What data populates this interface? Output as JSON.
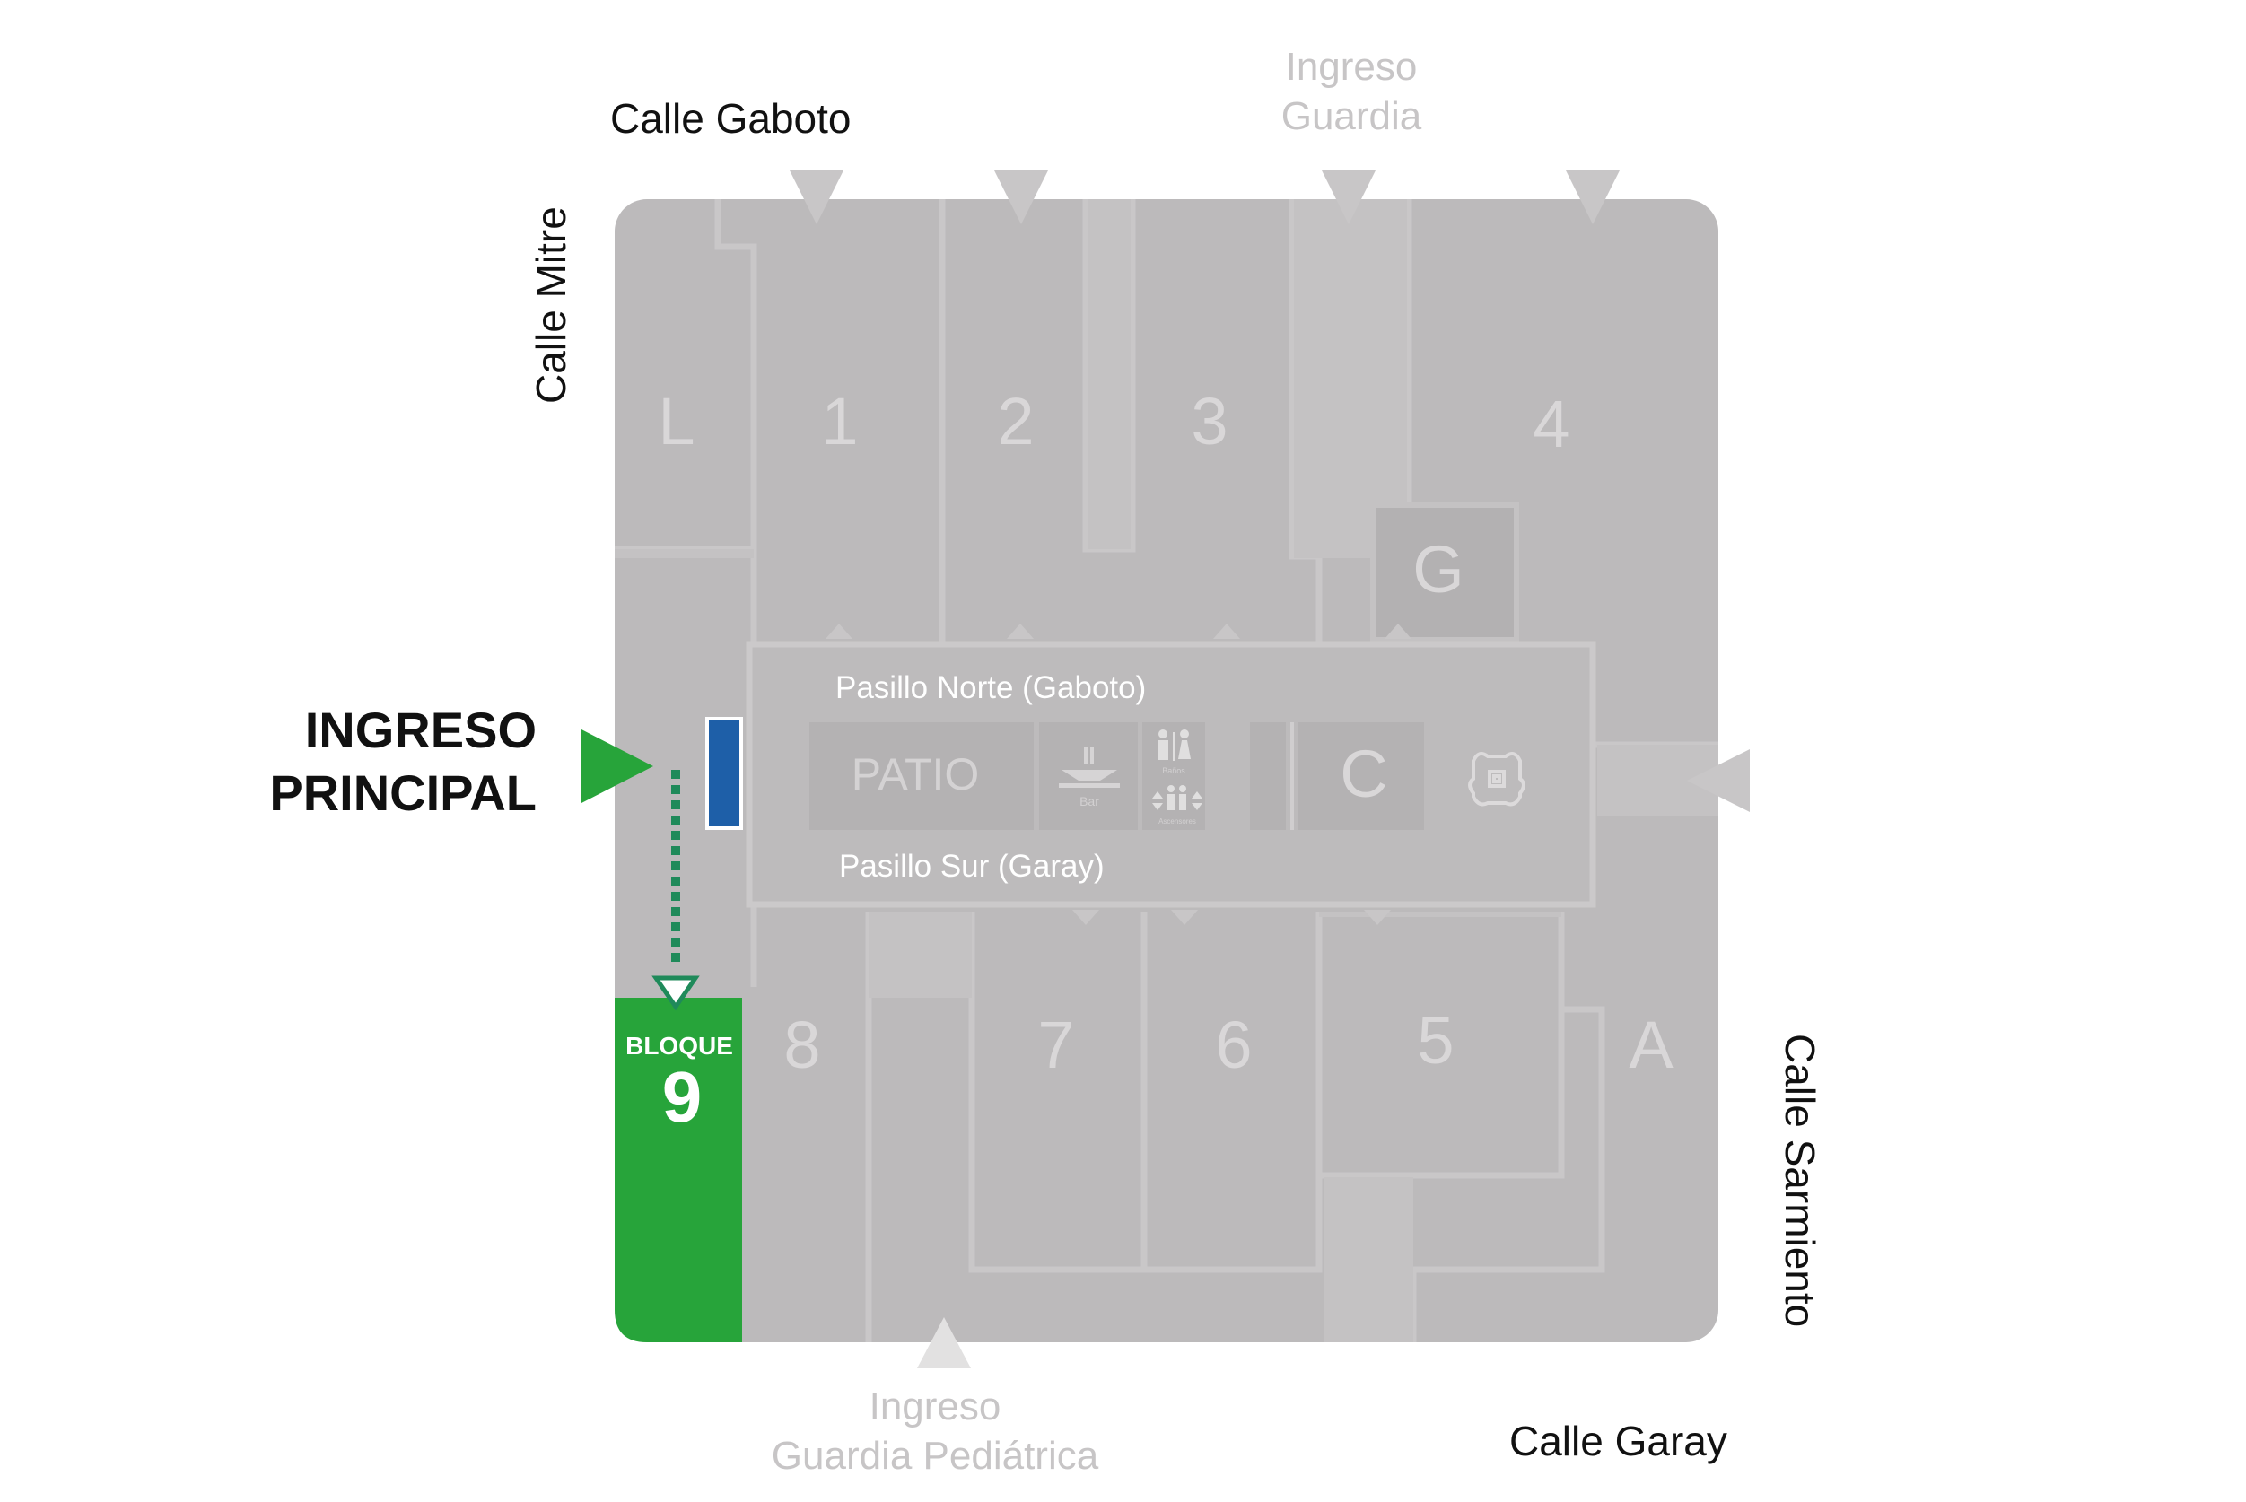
{
  "streets": {
    "north": "Calle Gaboto",
    "west": "Calle Mitre",
    "east": "Calle Sarmiento",
    "south": "Calle Garay"
  },
  "entrances": {
    "guardia": [
      "Ingreso",
      "Guardia"
    ],
    "guardia_pediatrica": [
      "Ingreso",
      "Guardia Pediátrica"
    ],
    "principal": [
      "INGRESO",
      "PRINCIPAL"
    ]
  },
  "corridors": {
    "north": "Pasillo Norte (Gaboto)",
    "south": "Pasillo Sur (Garay)"
  },
  "blocks": {
    "L": "L",
    "b1": "1",
    "b2": "2",
    "b3": "3",
    "b4": "4",
    "G": "G",
    "b8": "8",
    "b7": "7",
    "b6": "6",
    "b5": "5",
    "A": "A",
    "C": "C"
  },
  "patio": "PATIO",
  "services": {
    "bar": "Bar",
    "banos": "Baños",
    "ascensores": "Ascensores"
  },
  "highlight": {
    "label": "BLOQUE",
    "number": "9"
  },
  "colors": {
    "building": "#bcbabb",
    "block_light": "#c4c2c3",
    "highlight_green": "#27a43a",
    "marker_blue": "#1e5fa8",
    "path_green": "#1f8a5a",
    "arrow_muted": "#c8c6c7"
  },
  "icons": [
    "down-arrow-icon",
    "entrance-arrow-icon",
    "bar-icon",
    "restroom-icon",
    "elevator-icon",
    "chapel-icon",
    "you-are-here-marker"
  ]
}
